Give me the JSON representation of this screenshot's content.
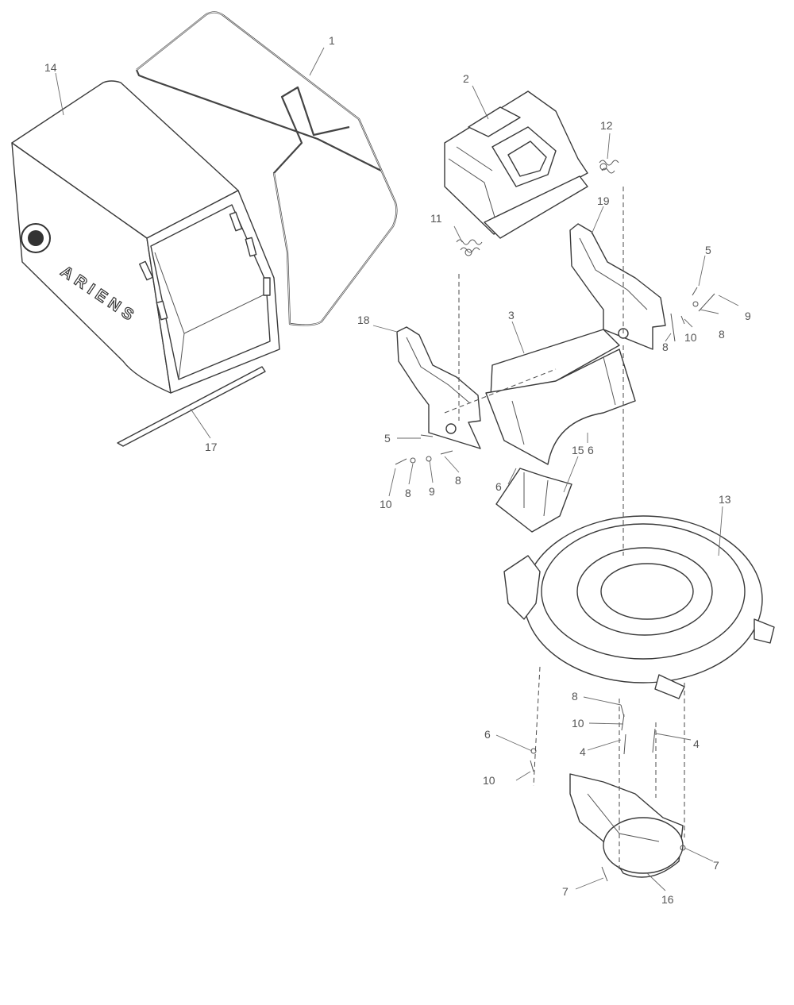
{
  "diagram": {
    "brand_logo_text": "ARIENS",
    "callouts": {
      "c1": "1",
      "c2": "2",
      "c3": "3",
      "c14": "14",
      "c12": "12",
      "c11": "11",
      "c19": "19",
      "c5a": "5",
      "c9a": "9",
      "c8a": "8",
      "c10a": "10",
      "c8b": "8",
      "c18": "18",
      "c17": "17",
      "c6a": "6",
      "c15": "15",
      "c5b": "5",
      "c10b": "10",
      "c8c": "8",
      "c9b": "9",
      "c8d": "8",
      "c6b": "6",
      "c13": "13",
      "c8e": "8",
      "c10c": "10",
      "c6c": "6",
      "c4a": "4",
      "c4b": "4",
      "c10d": "10",
      "c7a": "7",
      "c7b": "7",
      "c16": "16"
    }
  }
}
